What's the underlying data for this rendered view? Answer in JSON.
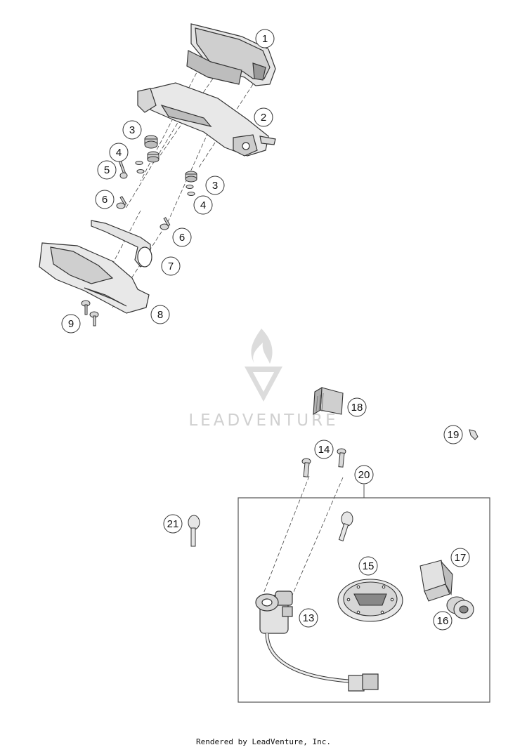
{
  "callouts": {
    "c1": "1",
    "c2": "2",
    "c3a": "3",
    "c3b": "3",
    "c4a": "4",
    "c4b": "4",
    "c5": "5",
    "c6a": "6",
    "c6b": "6",
    "c7": "7",
    "c8": "8",
    "c9": "9",
    "c13": "13",
    "c14": "14",
    "c15": "15",
    "c16": "16",
    "c17": "17",
    "c18": "18",
    "c19": "19",
    "c20": "20",
    "c21": "21"
  },
  "watermark": {
    "text": "LEADVENTURE",
    "logo": "leadventure-flame-logo"
  },
  "footer": {
    "text": "Rendered by LeadVenture, Inc."
  },
  "colors": {
    "line": "#333333",
    "part_fill": "#e6e6e6",
    "part_dark": "#9a9a9a",
    "watermark": "#d0d0d0"
  }
}
